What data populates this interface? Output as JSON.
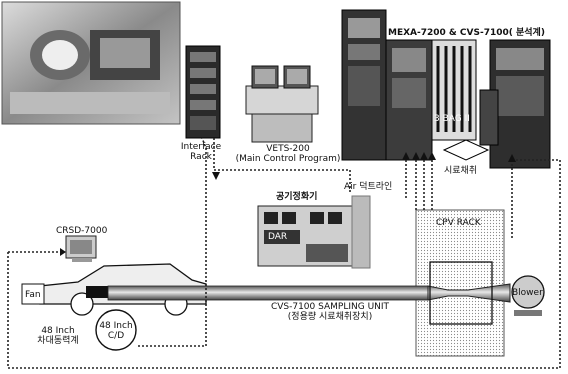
{
  "labels": {
    "interface_rack": "Interface\nRack",
    "vets": "VETS-200\n(Main Control Program)",
    "mexa": "MEXA-7200 & CVS-7100( 분석계)",
    "crsd": "CRSD-7000",
    "fan": "Fan",
    "chassis": "48 Inch\n차대동력계",
    "cd": "48 Inch\nC/D",
    "air_conditioner": "공기정화기",
    "dar": "DAR",
    "air_duct": "Air 덕트라인",
    "cvs_unit": "CVS-7100 SAMPLING UNIT\n(정용량 시료채취장치)",
    "cvs_rack": "CPV RACK",
    "blower": "Blower",
    "bag": "3 BAG II",
    "sampling": "시료채취"
  }
}
